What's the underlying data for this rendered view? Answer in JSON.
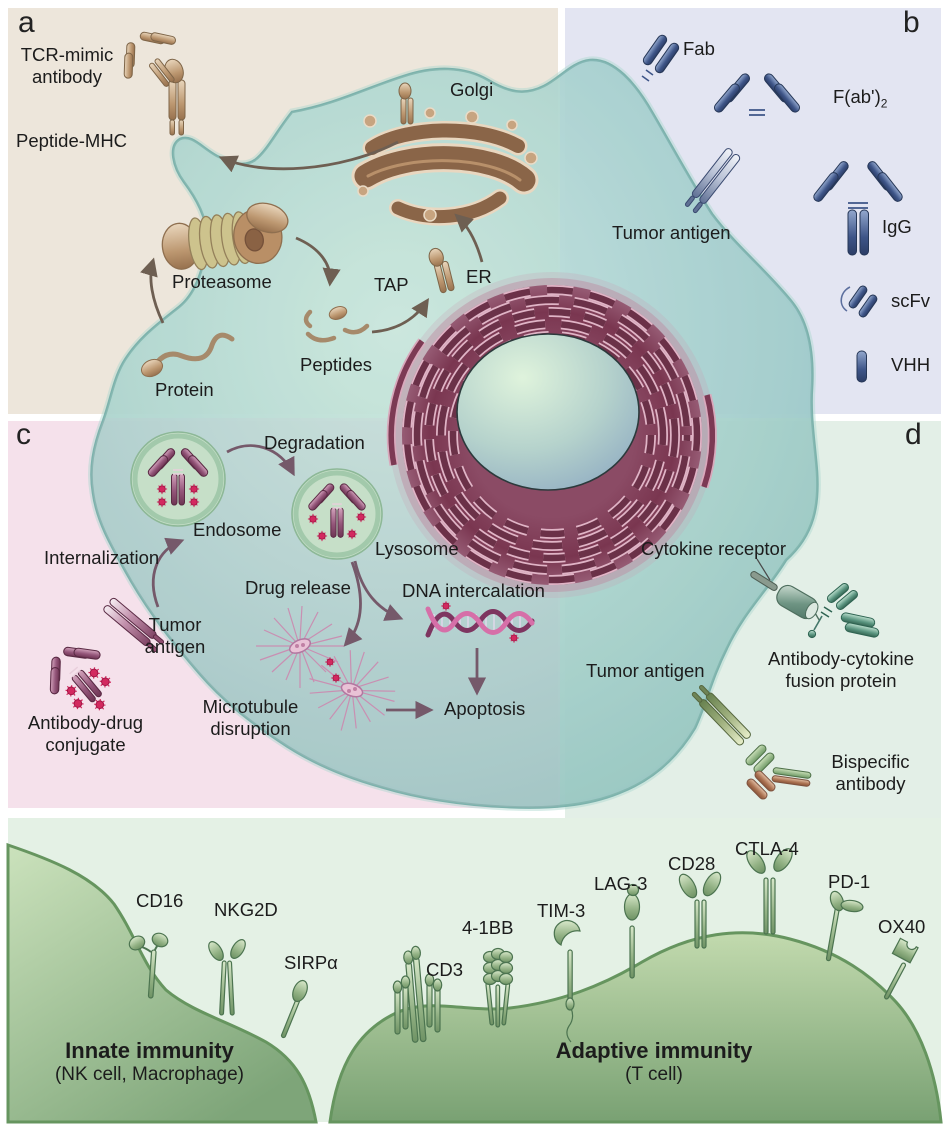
{
  "panel_a": {
    "letter": "a",
    "tcr_mimic_antibody": "TCR-mimic antibody",
    "peptide_mhc": "Peptide-MHC",
    "golgi": "Golgi",
    "proteasome": "Proteasome",
    "protein": "Protein",
    "peptides": "Peptides",
    "tap": "TAP",
    "er": "ER"
  },
  "panel_b": {
    "letter": "b",
    "fab": "Fab",
    "fab2_main": "F(ab')",
    "fab2_sub": "2",
    "igg": "IgG",
    "scfv": "scFv",
    "vhh": "VHH",
    "tumor_antigen": "Tumor antigen"
  },
  "panel_c": {
    "letter": "c",
    "degradation": "Degradation",
    "endosome": "Endosome",
    "lysosome": "Lysosome",
    "internalization": "Internalization",
    "drug_release": "Drug release",
    "dna_intercalation": "DNA intercalation",
    "tumor_antigen": "Tumor antigen",
    "antibody_drug_conjugate": "Antibody-drug conjugate",
    "microtubule_disruption": "Microtubule disruption",
    "apoptosis": "Apoptosis"
  },
  "panel_d": {
    "letter": "d",
    "cytokine_receptor": "Cytokine receptor",
    "fusion_protein": "Antibody-cytokine fusion protein",
    "tumor_antigen": "Tumor antigen",
    "bispecific_antibody": "Bispecific antibody"
  },
  "immune": {
    "innate_title": "Innate immunity",
    "innate_sub": "(NK cell, Macrophage)",
    "adaptive_title": "Adaptive immunity",
    "adaptive_sub": "(T cell)",
    "cd16": "CD16",
    "nkg2d": "NKG2D",
    "sirpa": "SIRPα",
    "cd3": "CD3",
    "r41bb": "4-1BB",
    "tim3": "TIM-3",
    "lag3": "LAG-3",
    "cd28": "CD28",
    "ctla4": "CTLA-4",
    "pd1": "PD-1",
    "ox40": "OX40"
  },
  "colors": {
    "panel_a_bg": "#EDE6DB",
    "panel_b_bg": "#E3E5F2",
    "panel_c_bg": "#F5E1EB",
    "panel_d_bg": "#E3EFE7",
    "bottom_bg": "#E4F1E5",
    "tumor_cell": "#A5D0CB",
    "nucleus_er": "#7C3A54",
    "antibody_navy": "#3E5588",
    "adc_mauve": "#94567A",
    "drug_red": "#D3295F",
    "fusion_teal": "#58937E",
    "immune_green": "#7EA579"
  }
}
